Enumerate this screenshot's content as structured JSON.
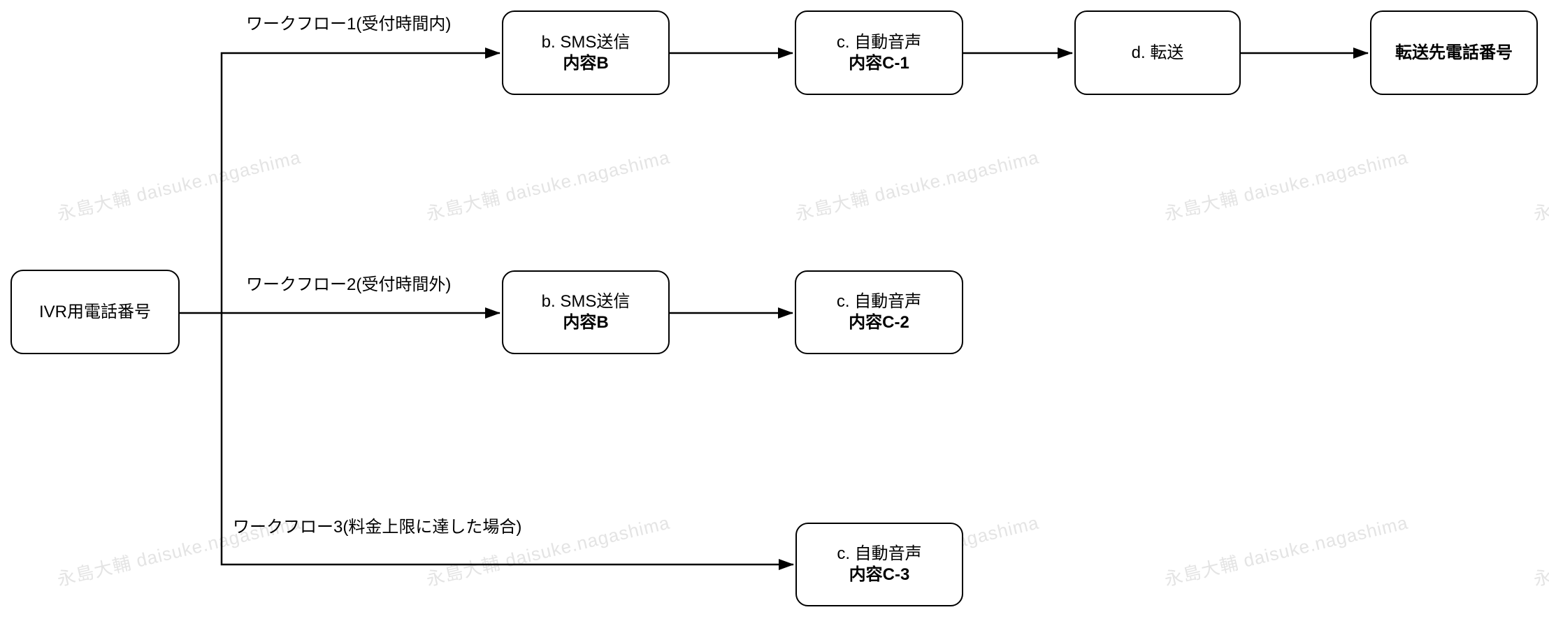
{
  "watermark": {
    "text": "永島大輔 daisuke.nagashima",
    "color": "#e4e4e4"
  },
  "colors": {
    "background": "#ffffff",
    "line": "#000000",
    "node_fill": "#ffffff",
    "node_border": "#000000",
    "text": "#000000"
  },
  "diagram": {
    "source": {
      "label": "IVR用電話番号"
    },
    "workflows": [
      {
        "label": "ワークフロー1(受付時間内)",
        "nodes": [
          {
            "line1": "b. SMS送信",
            "line2": "内容B"
          },
          {
            "line1": "c. 自動音声",
            "line2": "内容C-1"
          },
          {
            "line1": "d. 転送"
          },
          {
            "line1": "転送先電話番号"
          }
        ]
      },
      {
        "label": "ワークフロー2(受付時間外)",
        "nodes": [
          {
            "line1": "b. SMS送信",
            "line2": "内容B"
          },
          {
            "line1": "c. 自動音声",
            "line2": "内容C-2"
          }
        ]
      },
      {
        "label": "ワークフロー3(料金上限に達した場合)",
        "nodes": [
          {
            "line1": "c. 自動音声",
            "line2": "内容C-3"
          }
        ]
      }
    ]
  }
}
